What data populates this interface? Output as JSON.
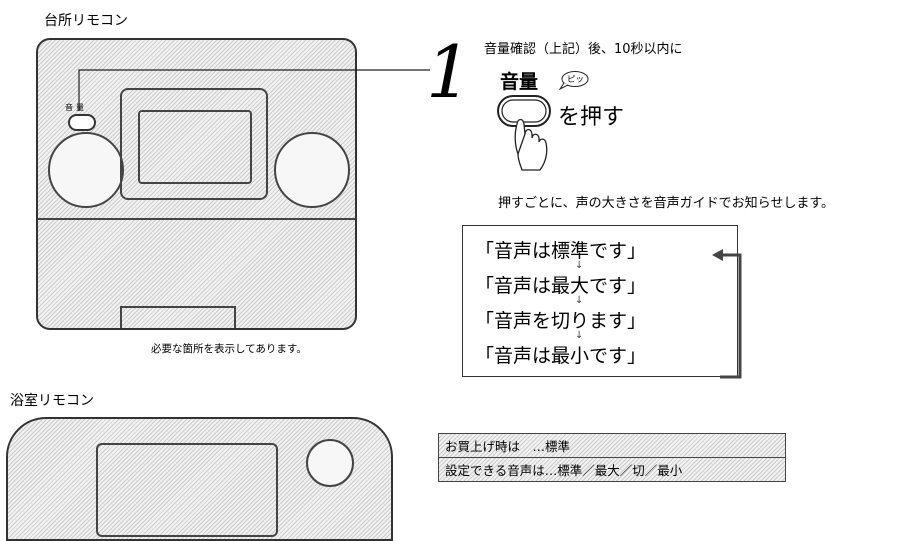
{
  "kitchen_remote": {
    "title": "台所リモコン",
    "volume_button_label": "音量",
    "caption": "必要な箇所を表示してあります。"
  },
  "bath_remote": {
    "title": "浴室リモコン"
  },
  "step": {
    "number": "1",
    "instruction": "音量確認（上記）後、10秒以内に",
    "button_label": "音量",
    "sound_effect": "ピッ",
    "action": "を押す",
    "description": "押すごとに、声の大きさを音声ガイドでお知らせします。"
  },
  "cycle": {
    "items": [
      "「音声は標準です」",
      "「音声は最大です」",
      "「音声を切ります」",
      "「音声は最小です」"
    ],
    "down_arrow": "↓"
  },
  "spec_table": {
    "rows": [
      "お買上げ時は　…標準",
      "設定できる音声は…標準／最大／切／最小"
    ]
  },
  "icons": [
    "hand-pointer-icon",
    "speech-bubble-icon",
    "cycle-return-arrow-icon"
  ]
}
